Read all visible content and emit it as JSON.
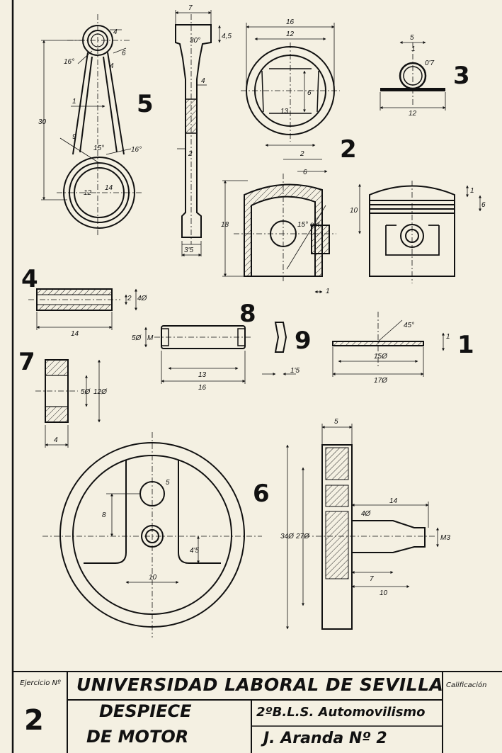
{
  "title_block": {
    "ejercicio_label": "Ejercicio Nº",
    "ejercicio_number": "2",
    "university": "UNIVERSIDAD LABORAL DE SEVILLA",
    "subject_line1": "DESPIECE",
    "subject_line2": "DE MOTOR",
    "course": "2ºB.L.S. Automovilismo",
    "author": "J. Aranda  Nº 2",
    "calificacion_label": "Calificación"
  },
  "part_numbers": {
    "p1": "1",
    "p2": "2",
    "p3": "3",
    "p4": "4",
    "p5": "5",
    "p6": "6",
    "p7": "7",
    "p8": "8",
    "p9": "9"
  },
  "dimensions": {
    "rod_top_angle": "16°",
    "rod_4a": "4",
    "rod_6": "6",
    "rod_4b": "4",
    "rod_30": "30",
    "rod_1": "1",
    "rod_9": "9",
    "rod_15": "15°",
    "rod_16b": "16°",
    "rod_12": "12",
    "rod_14": "14",
    "side_7": "7",
    "side_30": "30°",
    "side_45": "4,5",
    "side_4": "4",
    "side_2": "2",
    "side_35": "3'5",
    "pt_16": "16",
    "pt_12": "12",
    "pt_6": "6",
    "pt_13": "13",
    "ring_5": "5",
    "ring_1": "1",
    "ring_07": "0'7",
    "ring_12": "12",
    "ps_2": "2",
    "ps_6": "6",
    "ps_18": "18",
    "ps_15": "15° ext",
    "ps_1": "1",
    "pf_10": "10",
    "pf_1": "1",
    "pf_6": "6",
    "pin_2": "2",
    "pin_4": "4Ø",
    "pin_14": "14",
    "gp_5": "5Ø",
    "gp_m": "M",
    "gp_13": "13",
    "gp_16": "16",
    "c9_15": "1'5",
    "g1_45": "45°",
    "g1_1": "1",
    "g1_15": "15Ø",
    "g1_17": "17Ø",
    "b7_5": "5Ø",
    "b7_12": "12Ø",
    "b7_4": "4",
    "fw_5": "5",
    "fw_8": "8",
    "fw_45": "4'5",
    "fw_10": "10",
    "fs_5": "5",
    "fs_14": "14",
    "fs_4": "4Ø",
    "fs_34": "34Ø",
    "fs_27": "27Ø",
    "fs_m3": "M3",
    "fs_7": "7",
    "fs_10": "10"
  }
}
